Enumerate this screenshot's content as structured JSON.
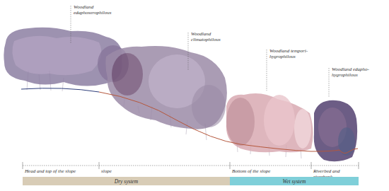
{
  "diagram": {
    "nodes": [
      {
        "text": [
          "Dry system"
        ]
      },
      {
        "text": [
          "Wet system"
        ]
      }
    ],
    "labels": [
      "Woodland edaphoxerophilous",
      "Woodland climatophilous",
      "Woodland tempori-hygrophilous",
      "Woodland edapho-hygrophilous",
      "Head and top of the slope",
      "slope",
      "Bottom of the slope",
      "Riverbed and riverbank"
    ]
  }
}
